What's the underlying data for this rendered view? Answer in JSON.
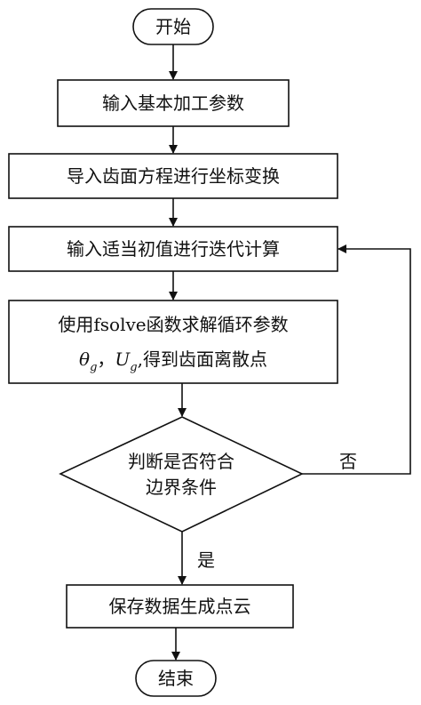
{
  "nodes": {
    "start": "开始",
    "input_params": "输入基本加工参数",
    "import_equation": "导入齿面方程进行坐标变换",
    "input_initial": "输入适当初值进行迭代计算",
    "solve_line1": "使用fsolve函数求解循环参数",
    "solve_theta": "θ",
    "solve_theta_sub": "g",
    "solve_comma": "，",
    "solve_u": "U",
    "solve_u_sub": "g",
    "solve_tail": ",得到齿面离散点",
    "decision_line1": "判断是否符合",
    "decision_line2": "边界条件",
    "save": "保存数据生成点云",
    "end": "结束"
  },
  "edges": {
    "no_label": "否",
    "yes_label": "是"
  },
  "colors": {
    "stroke": "#111111",
    "text": "#111111",
    "background": "#ffffff"
  }
}
